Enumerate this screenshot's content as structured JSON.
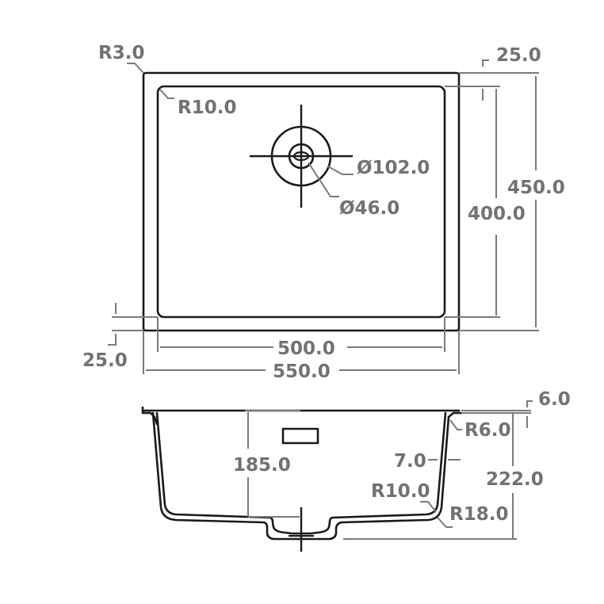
{
  "drawing": {
    "title": "Undermount sink technical drawing",
    "line_color": "#1a1a1a",
    "dimension_color": "#727272",
    "top_view": {
      "outer_corner_radius": "R3.0",
      "inner_corner_radius": "R10.0",
      "outer_diameter": "Ø102.0",
      "inner_diameter": "Ø46.0",
      "rim_top": "25.0",
      "rim_side": "25.0",
      "inner_height": "400.0",
      "outer_height": "450.0",
      "inner_width": "500.0",
      "outer_width": "550.0"
    },
    "section_view": {
      "flange_radius": "R6.0",
      "flange_thickness": "6.0",
      "depth": "185.0",
      "wall_thickness": "7.0",
      "inner_bottom_radius": "R10.0",
      "outer_bottom_radius": "R18.0",
      "total_height": "222.0"
    }
  }
}
